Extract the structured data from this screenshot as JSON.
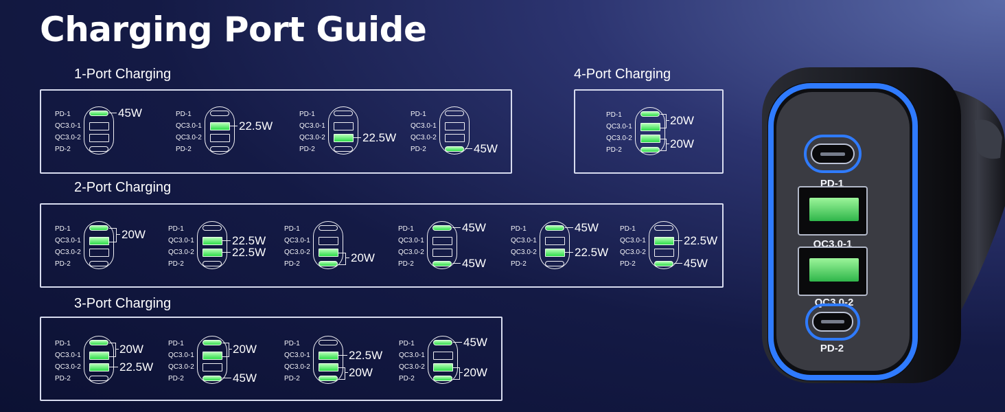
{
  "page": {
    "title": "Charging Port Guide"
  },
  "port_labels": [
    "PD-1",
    "QC3.0-1",
    "QC3.0-2",
    "PD-2"
  ],
  "sections": {
    "one_port": {
      "title": "1-Port Charging"
    },
    "two_port": {
      "title": "2-Port Charging"
    },
    "three_port": {
      "title": "3-Port Charging"
    },
    "four_port": {
      "title": "4-Port Charging"
    }
  },
  "configs": {
    "one_1": {
      "active": [
        0
      ],
      "watts": [
        "45W"
      ]
    },
    "one_2": {
      "active": [
        1
      ],
      "watts": [
        "22.5W"
      ]
    },
    "one_3": {
      "active": [
        2
      ],
      "watts": [
        "22.5W"
      ]
    },
    "one_4": {
      "active": [
        3
      ],
      "watts": [
        "45W"
      ]
    },
    "four_1": {
      "active": [
        0,
        1,
        2,
        3
      ],
      "watts": [
        "20W",
        "20W"
      ]
    },
    "two_1": {
      "active": [
        0,
        1
      ],
      "watts": [
        "20W"
      ]
    },
    "two_2": {
      "active": [
        1,
        2
      ],
      "watts": [
        "22.5W",
        "22.5W"
      ]
    },
    "two_3": {
      "active": [
        2,
        3
      ],
      "watts": [
        "20W"
      ]
    },
    "two_4": {
      "active": [
        0,
        3
      ],
      "watts": [
        "45W",
        "45W"
      ]
    },
    "two_5": {
      "active": [
        0,
        2
      ],
      "watts": [
        "45W",
        "22.5W"
      ]
    },
    "two_6": {
      "active": [
        1,
        3
      ],
      "watts": [
        "22.5W",
        "45W"
      ]
    },
    "three_1": {
      "active": [
        0,
        1,
        2
      ],
      "watts": [
        "20W",
        "22.5W"
      ]
    },
    "three_2": {
      "active": [
        0,
        1,
        3
      ],
      "watts": [
        "20W",
        "45W"
      ]
    },
    "three_3": {
      "active": [
        1,
        2,
        3
      ],
      "watts": [
        "22.5W",
        "20W"
      ]
    },
    "three_4": {
      "active": [
        0,
        2,
        3
      ],
      "watts": [
        "45W",
        "20W"
      ]
    }
  },
  "device": {
    "labels": {
      "pd1": "PD-1",
      "qc1": "QC3.0-1",
      "qc2": "QC3.0-2",
      "pd2": "PD-2"
    },
    "colors": {
      "ring": "#2f7bff",
      "usb_a_insert": "#3fcf5a",
      "body": "#1b1c22"
    }
  }
}
